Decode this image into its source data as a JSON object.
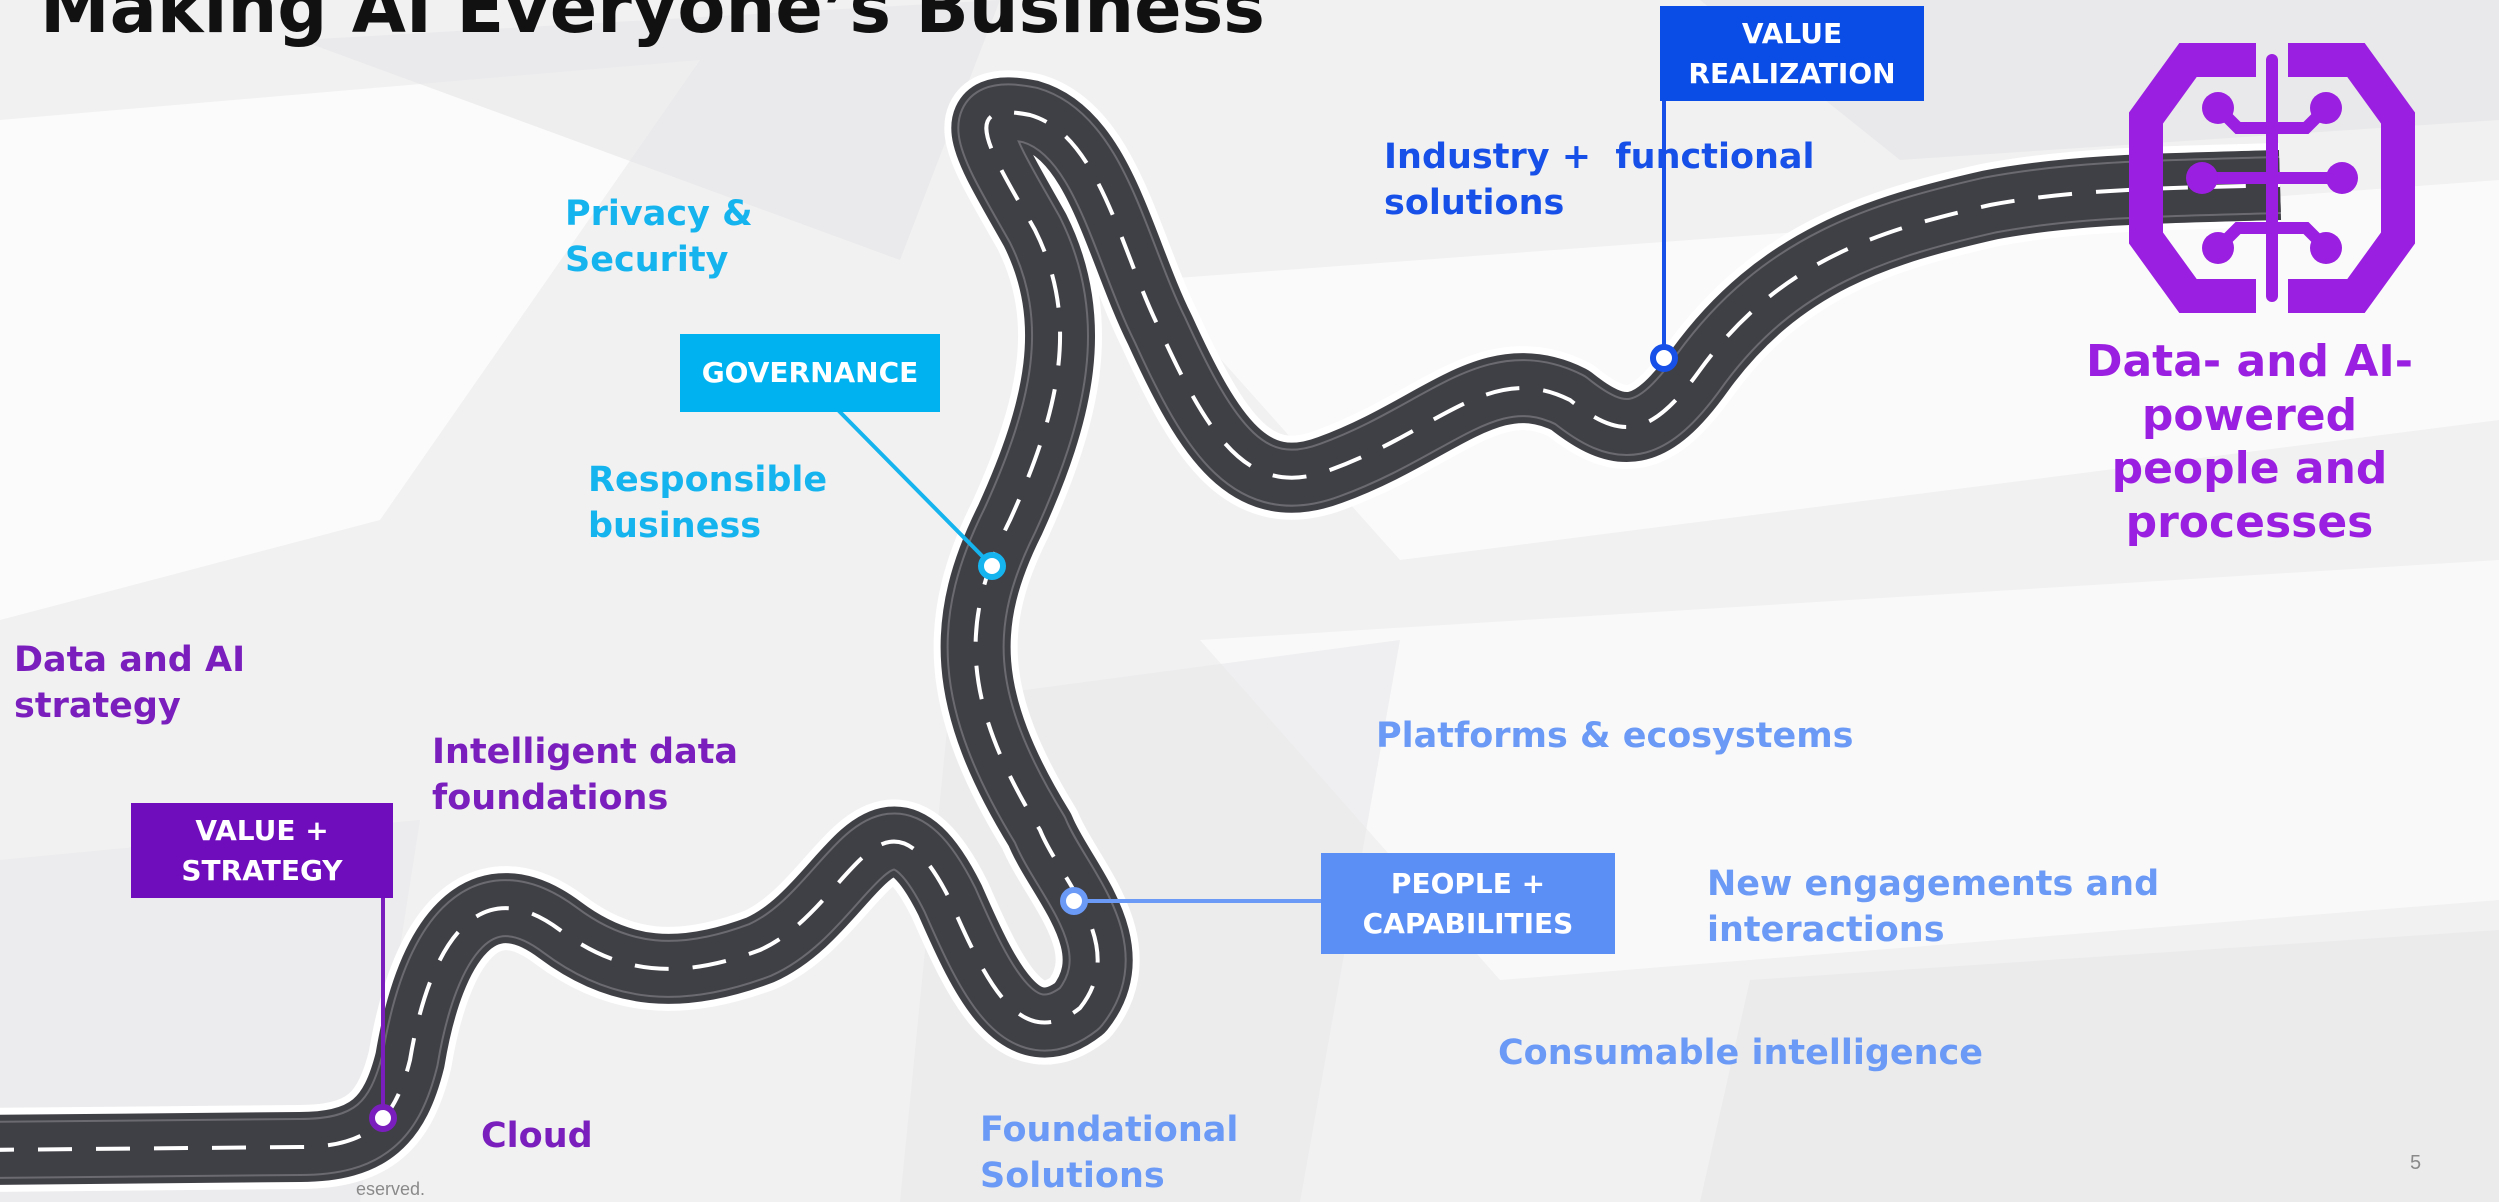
{
  "slide": {
    "title": "Making AI Everyone’s Business",
    "page_number": "5",
    "footer_fragment": "eserved."
  },
  "milestones": {
    "value_strategy": {
      "line1": "VALUE +",
      "line2": "STRATEGY",
      "color": "#6f0dbd"
    },
    "governance": {
      "label": "GOVERNANCE",
      "color": "#00b2f0"
    },
    "people_capabilities": {
      "line1": "PEOPLE +",
      "line2": "CAPABILITIES",
      "color": "#5c8ff5"
    },
    "value_realization": {
      "line1": "VALUE",
      "line2": "REALIZATION",
      "color": "#0a4de6"
    }
  },
  "labels": {
    "data_ai_strategy": {
      "line1": "Data and AI",
      "line2": "strategy"
    },
    "intelligent_data": {
      "line1": "Intelligent data",
      "line2": "foundations"
    },
    "cloud": "Cloud",
    "privacy": {
      "line1": "Privacy &",
      "line2": "Security"
    },
    "responsible": {
      "line1": "Responsible",
      "line2": "business"
    },
    "foundational": {
      "line1": "Foundational",
      "line2": "Solutions"
    },
    "platforms": "Platforms & ecosystems",
    "new_engagements": {
      "line1": "New engagements and",
      "line2": "interactions"
    },
    "consumable": "Consumable intelligence",
    "industry": {
      "line1": "Industry +  functional",
      "line2": "solutions"
    },
    "destination": {
      "line1": "Data- and AI-powered",
      "line2": "people and processes"
    }
  },
  "icons": {
    "destination": "brain-circuit-icon"
  }
}
